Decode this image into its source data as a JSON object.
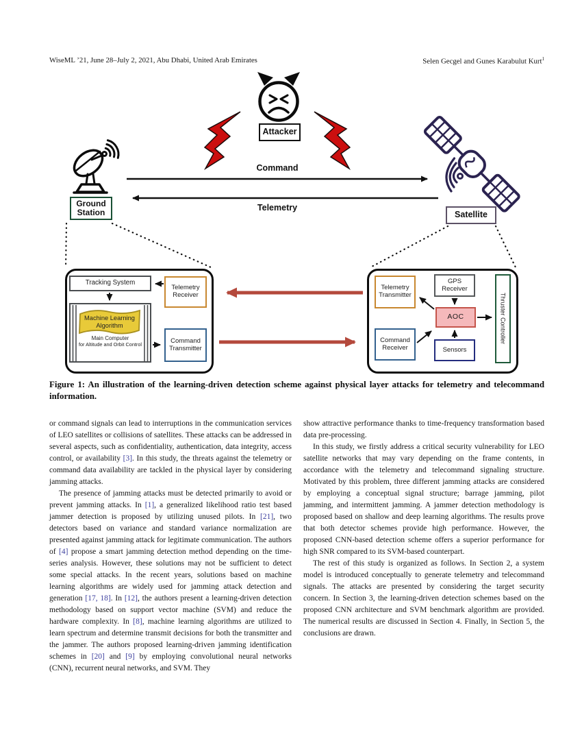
{
  "header": {
    "conference": "WiseML ’21, June 28–July 2, 2021, Abu Dhabi, United Arab Emirates",
    "authors": "Selen Gecgel and Gunes Karabulut Kurt",
    "author_superscript": "1"
  },
  "figure": {
    "attacker_label": "Attacker",
    "ground_station_label": "Ground Station",
    "satellite_label": "Satellite",
    "command_arrow_label": "Command",
    "telemetry_arrow_label": "Telemetry",
    "ground_station_detail": {
      "tracking_system": "Tracking System",
      "telemetry_receiver": "Telemetry Receiver",
      "machine_learning_algorithm": "Machine Learning Algorithm",
      "main_computer_line1": "Main Computer",
      "main_computer_line2": "for Altitude and Orbit Control",
      "command_transmitter": "Command Transmitter"
    },
    "satellite_detail": {
      "telemetry_transmitter": "Telemetry Transmitter",
      "gps_receiver": "GPS Receiver",
      "aoc": "AOC",
      "thruster_controller": "Thruster Controller",
      "command_receiver": "Command Receiver",
      "sensors": "Sensors"
    }
  },
  "caption": "Figure 1: An illustration of the learning-driven detection scheme against physical layer attacks for telemetry and telecommand information.",
  "body": {
    "left_column": [
      {
        "indent": false,
        "text": "or command signals can lead to interruptions in the communication services of LEO satellites or collisions of satellites. These attacks can be addressed in several aspects, such as confidentiality, authentication, data integrity, access control, or availability [3]. In this study, the threats against the telemetry or command data availability are tackled in the physical layer by considering jamming attacks."
      },
      {
        "indent": true,
        "text": "The presence of jamming attacks must be detected primarily to avoid or prevent jamming attacks. In [1], a generalized likelihood ratio test based jammer detection is proposed by utilizing unused pilots. In [21], two detectors based on variance and standard variance normalization are presented against jamming attack for legitimate communication. The authors of [4] propose a smart jamming detection method depending on the time-series analysis. However, these solutions may not be sufficient to detect some special attacks. In the recent years, solutions based on machine learning algorithms are widely used for jamming attack detection and generation [17, 18]. In [12], the authors present a learning-driven detection methodology based on support vector machine (SVM) and reduce the hardware complexity. In [8], machine learning algorithms are utilized to learn spectrum and determine transmit decisions for both the transmitter and the jammer. The authors proposed learning-driven jamming identification schemes in [20] and [9] by employing convolutional neural networks (CNN), recurrent neural networks, and SVM. They"
      }
    ],
    "right_column": [
      {
        "indent": false,
        "text": "show attractive performance thanks to time-frequency transformation based data pre-processing."
      },
      {
        "indent": true,
        "text": "In this study, we firstly address a critical security vulnerability for LEO satellite networks that may vary depending on the frame contents, in accordance with the telemetry and telecommand signaling structure. Motivated by this problem, three different jamming attacks are considered by employing a conceptual signal structure; barrage jamming, pilot jamming, and intermittent jamming. A jammer detection methodology is proposed based on shallow and deep learning algorithms. The results prove that both detector schemes provide high performance. However, the proposed CNN-based detection scheme offers a superior performance for high SNR compared to its SVM-based counterpart."
      },
      {
        "indent": true,
        "text": "The rest of this study is organized as follows. In Section 2, a system model is introduced conceptually to generate telemetry and telecommand signals. The attacks are presented by considering the target security concern. In Section 3, the learning-driven detection schemes based on the proposed CNN architecture and SVM benchmark algorithm are provided. The numerical results are discussed in Section 4. Finally, in Section 5, the conclusions are drawn."
      }
    ]
  },
  "colors": {
    "bolt_red": "#cb0f0f",
    "link_arrow_red": "#b4493c",
    "orange_box": "#c8872f",
    "steel_blue_box": "#33618e",
    "navy_box": "#232c7e",
    "green_box": "#1e5a39",
    "gray_box": "#4a4d50",
    "aoc_fill": "#f5b9bb",
    "aoc_border": "#c4544a",
    "ml_yellow_fill": "#e8ca39",
    "ml_yellow_border": "#a89020",
    "satellite_icon": "#2b2350",
    "citation_blue": "#3c3f9e"
  }
}
